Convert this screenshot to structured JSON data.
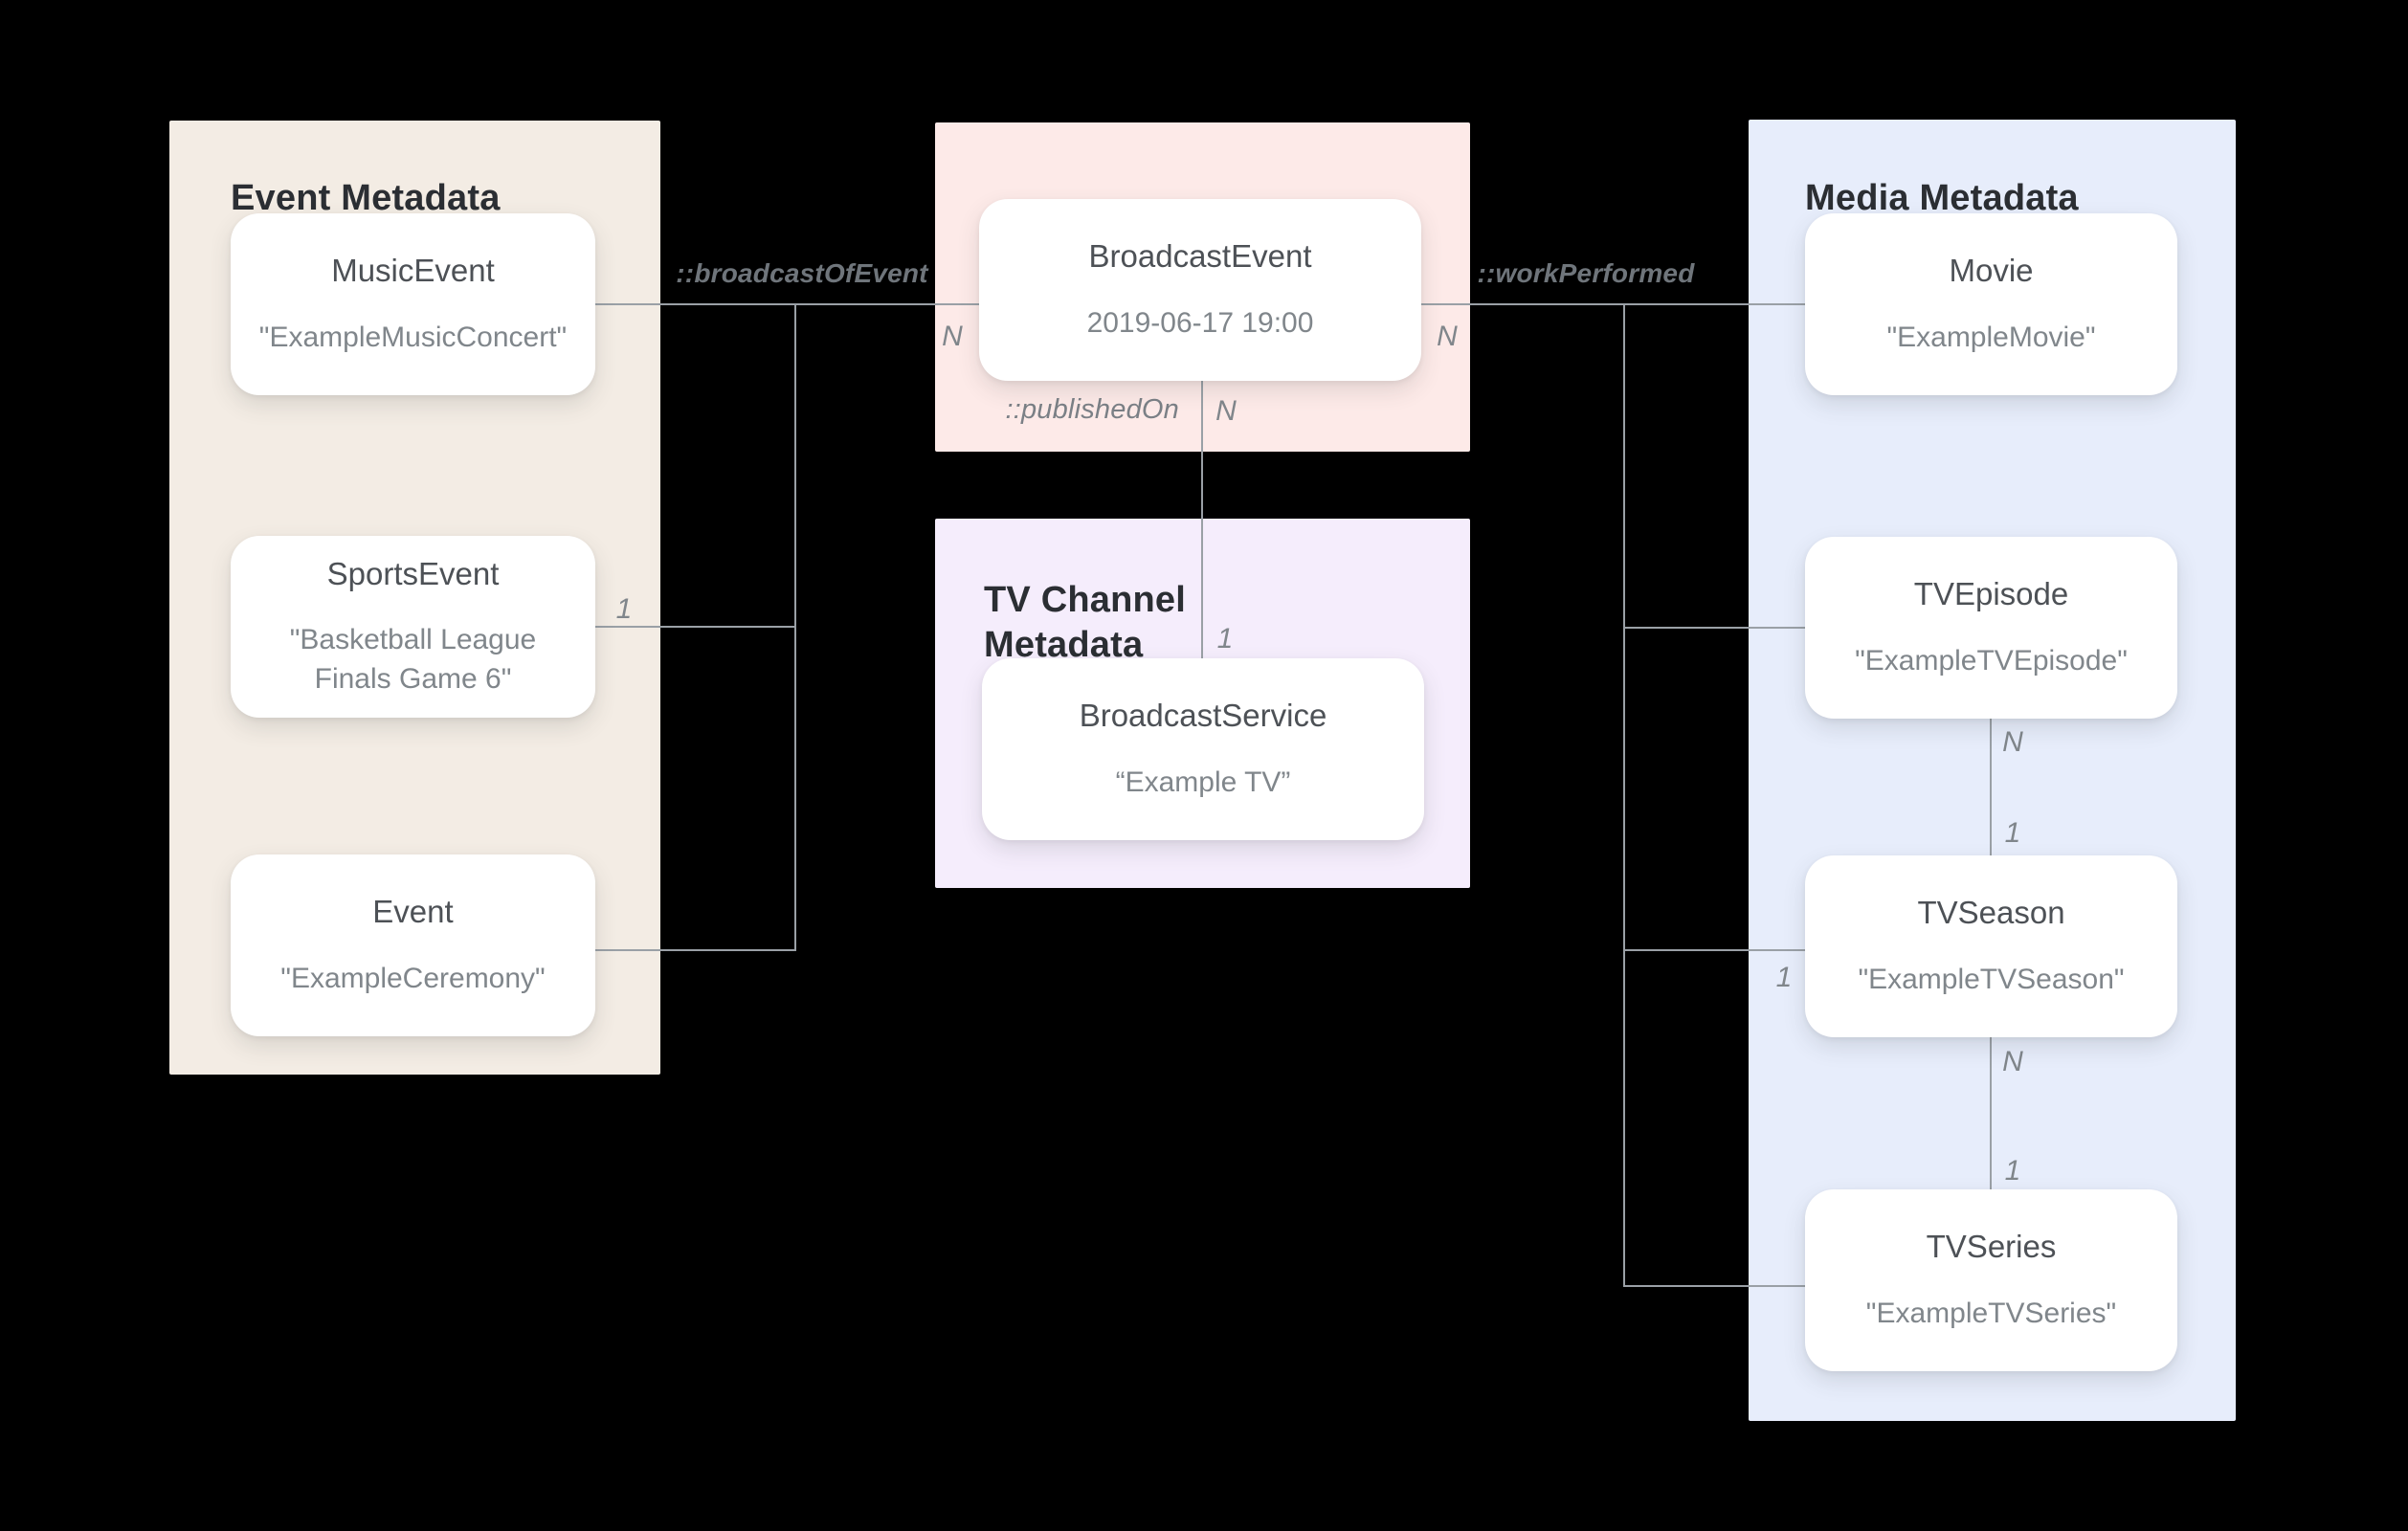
{
  "diagram": {
    "panels": {
      "event_metadata": {
        "title": "Event Metadata"
      },
      "tv_channel_metadata": {
        "title": "TV Channel Metadata"
      },
      "media_metadata": {
        "title": "Media Metadata"
      }
    },
    "nodes": {
      "music_event": {
        "type": "MusicEvent",
        "value": "\"ExampleMusicConcert\""
      },
      "sports_event": {
        "type": "SportsEvent",
        "value": "\"Basketball League Finals Game 6\""
      },
      "event": {
        "type": "Event",
        "value": "\"ExampleCeremony\""
      },
      "broadcast_event": {
        "type": "BroadcastEvent",
        "value": "2019-06-17 19:00"
      },
      "broadcast_service": {
        "type": "BroadcastService",
        "value": "“Example TV”"
      },
      "movie": {
        "type": "Movie",
        "value": "\"ExampleMovie\""
      },
      "tv_episode": {
        "type": "TVEpisode",
        "value": "\"ExampleTVEpisode\""
      },
      "tv_season": {
        "type": "TVSeason",
        "value": "\"ExampleTVSeason\""
      },
      "tv_series": {
        "type": "TVSeries",
        "value": "\"ExampleTVSeries\""
      }
    },
    "edge_labels": {
      "broadcast_of_event": "::broadcastOfEvent",
      "work_performed": "::workPerformed",
      "published_on": "::publishedOn"
    },
    "cardinalities": {
      "broadcast_of_event_n": "N",
      "sports_event_1": "1",
      "work_performed_n": "N",
      "published_on_n": "N",
      "broadcast_service_1": "1",
      "tv_episode_n": "N",
      "tv_season_top_1": "1",
      "tv_season_left_1": "1",
      "tv_season_n": "N",
      "tv_series_1": "1"
    },
    "colors": {
      "background": "#000000",
      "event_panel_bg": "#f3ece4",
      "broadcast_panel_bg": "#fdeae8",
      "tv_channel_panel_bg": "#f5edfc",
      "media_panel_bg": "#e7edfb",
      "node_bg": "#ffffff",
      "connector": "#9aa0a6",
      "panel_title_text": "#2b2e33",
      "node_title_text": "#4d5156",
      "node_value_text": "#80868b",
      "edge_label_text": "#6f757b"
    }
  }
}
